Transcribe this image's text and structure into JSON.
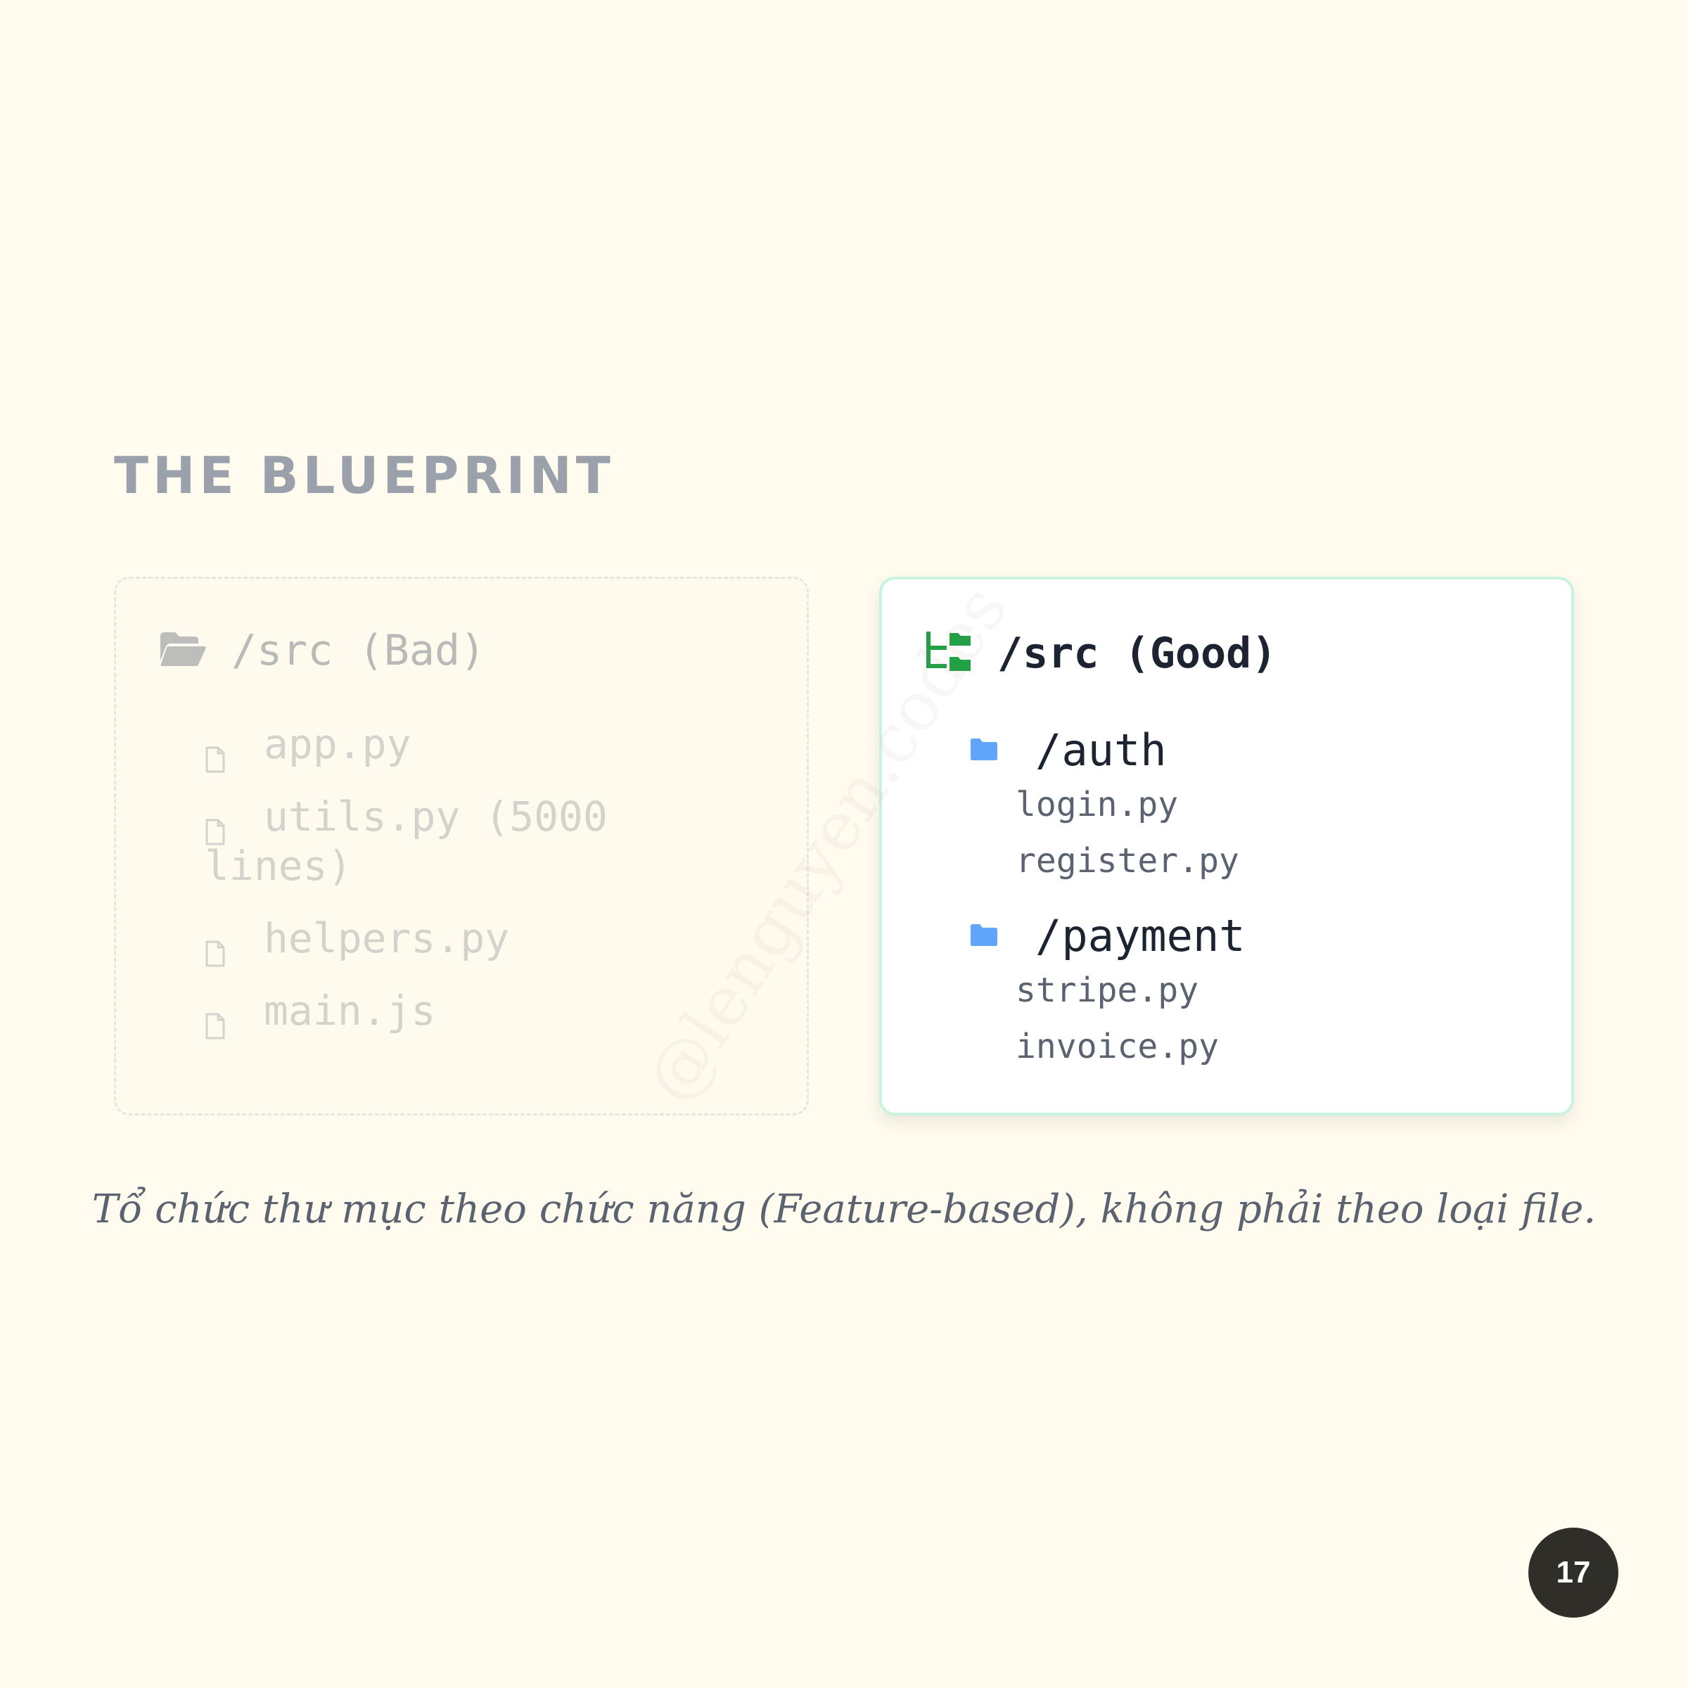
{
  "heading": "THE BLUEPRINT",
  "bad_panel": {
    "title": "/src (Bad)",
    "folder_icon": "open-folder-icon",
    "file_icon": "file-icon",
    "files": [
      "app.py",
      "utils.py (5000 lines)",
      "helpers.py",
      "main.js"
    ]
  },
  "good_panel": {
    "title": "/src (Good)",
    "tree_icon": "folder-tree-icon",
    "folders": [
      {
        "name": "/auth",
        "icon": "folder-icon",
        "files": [
          "login.py",
          "register.py"
        ]
      },
      {
        "name": "/payment",
        "icon": "folder-icon",
        "files": [
          "stripe.py",
          "invoice.py"
        ]
      }
    ]
  },
  "caption": "Tổ chức thư mục theo chức năng (Feature-based), không phải theo loại file.",
  "watermark": "@lenguyen.codes",
  "page_number": "17",
  "colors": {
    "background": "#fffbef",
    "heading": "#9aa1ab",
    "good_border": "#c9f3de",
    "tree_icon": "#22a046",
    "folder_icon": "#60a5fa",
    "badge": "#2f2e28"
  }
}
